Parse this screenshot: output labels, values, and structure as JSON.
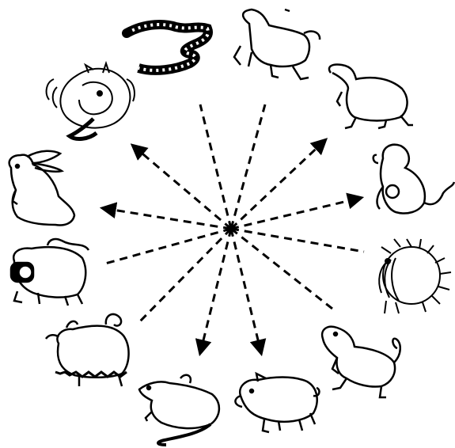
{
  "figure": {
    "kind": "chinese-zodiac-cycle",
    "line_color": "#000000",
    "background": "#ffffff",
    "arrow_style": "dashed",
    "animals": [
      {
        "name": "snake",
        "icon": "snake-icon"
      },
      {
        "name": "horse",
        "icon": "horse-icon"
      },
      {
        "name": "goat",
        "icon": "goat-icon"
      },
      {
        "name": "monkey",
        "icon": "monkey-icon"
      },
      {
        "name": "rooster",
        "icon": "rooster-icon"
      },
      {
        "name": "dog",
        "icon": "dog-icon"
      },
      {
        "name": "pig",
        "icon": "pig-icon"
      },
      {
        "name": "rat",
        "icon": "rat-icon"
      },
      {
        "name": "ox",
        "icon": "ox-icon"
      },
      {
        "name": "tiger",
        "icon": "tiger-icon"
      },
      {
        "name": "rabbit",
        "icon": "rabbit-icon"
      },
      {
        "name": "dragon",
        "icon": "dragon-icon"
      }
    ]
  }
}
